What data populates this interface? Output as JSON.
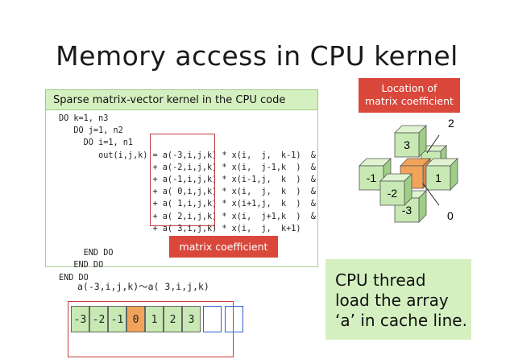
{
  "slide": {
    "title": "Memory access in CPU kernel"
  },
  "code_panel": {
    "label": "Sparse matrix-vector kernel in the CPU code",
    "lines": [
      "DO k=1, n3",
      "   DO j=1, n2",
      "     DO i=1, n1",
      "        out(i,j,k) = a(-3,i,j,k) * x(i,  j,  k-1)  &",
      "                   + a(-2,i,j,k) * x(i,  j-1,k  )  &",
      "                   + a(-1,i,j,k) * x(i-1,j,  k  )  &",
      "                   + a( 0,i,j,k) * x(i,  j,  k  )  &",
      "                   + a( 1,i,j,k) * x(i+1,j,  k  )  &",
      "                   + a( 2,i,j,k) * x(i,  j+1,k  )  &",
      "                   + a( 3,i,j,k) * x(i,  j,  k+1)",
      "",
      "     END DO",
      "   END DO",
      "END DO"
    ],
    "matrix_label": "matrix coefficient"
  },
  "location_label": {
    "line1": "Location of",
    "line2": "matrix coefficient"
  },
  "stencil": {
    "labels": {
      "top": "3",
      "back": "2",
      "left": "-1",
      "right": "1",
      "front": "-2",
      "bottom": "-3",
      "center": "0"
    },
    "colors": {
      "cube_face": "#c8e9b3",
      "cube_top": "#dff3d0",
      "cube_side": "#9fce86",
      "center": "#f2a35a",
      "stroke": "#555555"
    }
  },
  "array": {
    "caption": "a(-3,i,j,k)～a( 3,i,j,k)",
    "cells": [
      "-3",
      "-2",
      "-1",
      "0",
      "1",
      "2",
      "3"
    ],
    "highlight_value": "0"
  },
  "callout": {
    "lines": [
      "CPU thread",
      "load the array",
      "‘a’ in cache line."
    ]
  },
  "colors": {
    "accent_red": "#d9483b",
    "accent_green": "#d5f0c0",
    "accent_blue": "#2f62c9"
  }
}
